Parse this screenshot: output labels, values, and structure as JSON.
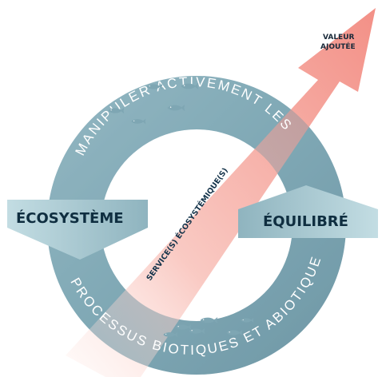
{
  "diagram": {
    "arc_top_text": "MANIPULER ACTIVEMENT LES",
    "arc_bottom_text": "PROCESSUS BIOTIQUES ET ABIOTIQUES",
    "left_label": "ÉCOSYSTÈME",
    "right_label": "ÉQUILIBRÉ",
    "diagonal_label": "SERVICE(S) ÉCOSYSTÉMIQUE(S)",
    "value_label_line1": "VALEUR",
    "value_label_line2": "AJOUTÉE"
  },
  "colors": {
    "ring": "#8eb6c1",
    "ring_light": "#b7d5dc",
    "diagonal_arrow": "#f39a92",
    "diagonal_arrow_faded": "#fde6e2",
    "fish": "#7ea6b3",
    "label_text": "#0f2e40"
  },
  "icons": [
    "fish-icon"
  ]
}
